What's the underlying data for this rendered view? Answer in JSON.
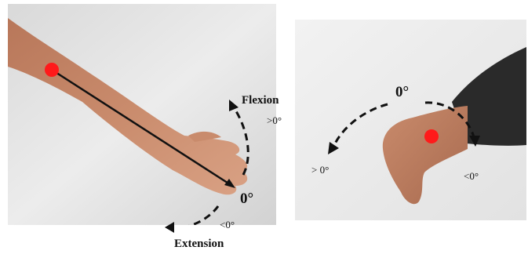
{
  "left_panel": {
    "flexion_label": "Flexion",
    "flexion_range": ">0°",
    "neutral_label": "0°",
    "extension_range": "<0°",
    "extension_label": "Extension",
    "marker_color": "#ff1a1a"
  },
  "right_panel": {
    "neutral_label": "0°",
    "left_range": "> 0°",
    "right_range": "<0°",
    "marker_color": "#ff1a1a"
  }
}
